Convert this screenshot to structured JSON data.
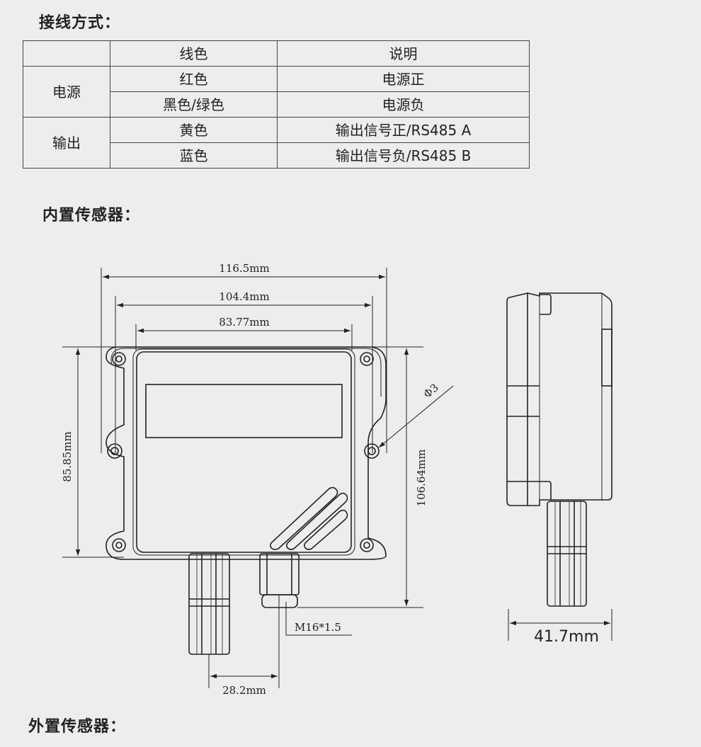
{
  "headings": {
    "wiring": "接线方式：",
    "internal": "内置传感器：",
    "external": "外置传感器："
  },
  "table": {
    "header": {
      "group": "",
      "color": "线色",
      "desc": "说明"
    },
    "groups": [
      {
        "name": "电源",
        "rows": [
          {
            "color": "红色",
            "desc": "电源正"
          },
          {
            "color": "黑色/绿色",
            "desc": "电源负"
          }
        ]
      },
      {
        "name": "输出",
        "rows": [
          {
            "color": "黄色",
            "desc": "输出信号正/RS485 A"
          },
          {
            "color": "蓝色",
            "desc": "输出信号负/RS485 B"
          }
        ]
      }
    ]
  },
  "dimensions": {
    "overall_width": "116.5mm",
    "hole_spacing": "104.4mm",
    "window_width": "83.77mm",
    "height_inner": "85.85mm",
    "height_total": "106.64mm",
    "hole_diameter": "Φ3",
    "gland_thread": "M16*1.5",
    "probe_spacing": "28.2mm",
    "depth": "41.7mm"
  },
  "colors": {
    "line": "#222222",
    "background": "#ededed"
  }
}
